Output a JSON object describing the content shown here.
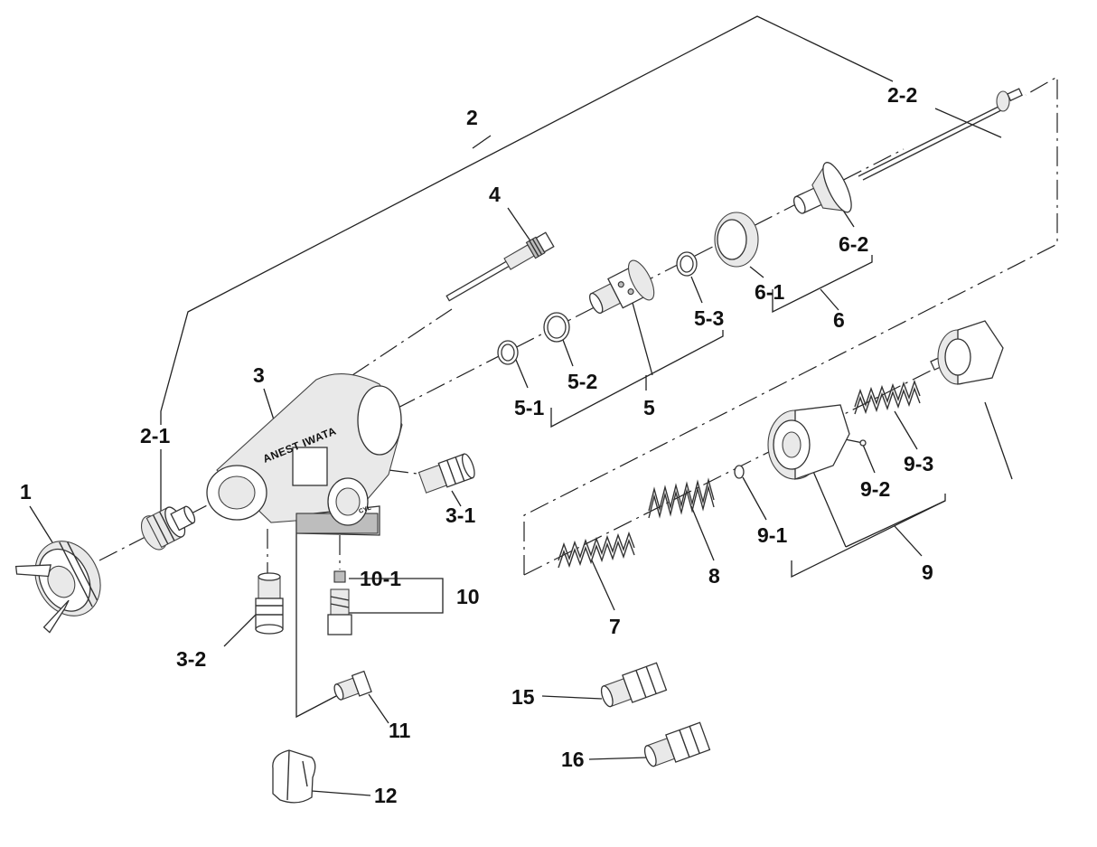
{
  "brand": "ANEST IWATA",
  "body_marking": "CYL",
  "labels": {
    "p1": "1",
    "p2": "2",
    "p2_1": "2-1",
    "p2_2": "2-2",
    "p3": "3",
    "p3_1": "3-1",
    "p3_2": "3-2",
    "p4": "4",
    "p5": "5",
    "p5_1": "5-1",
    "p5_2": "5-2",
    "p5_3": "5-3",
    "p6": "6",
    "p6_1": "6-1",
    "p6_2": "6-2",
    "p7": "7",
    "p8": "8",
    "p9": "9",
    "p9_1": "9-1",
    "p9_2": "9-2",
    "p9_3": "9-3",
    "p10": "10",
    "p10_1": "10-1",
    "p11": "11",
    "p12": "12",
    "p15": "15",
    "p16": "16"
  },
  "colors": {
    "line": "#222222",
    "part_fill": "#e9e9e9",
    "part_shade": "#bdbdbd"
  }
}
